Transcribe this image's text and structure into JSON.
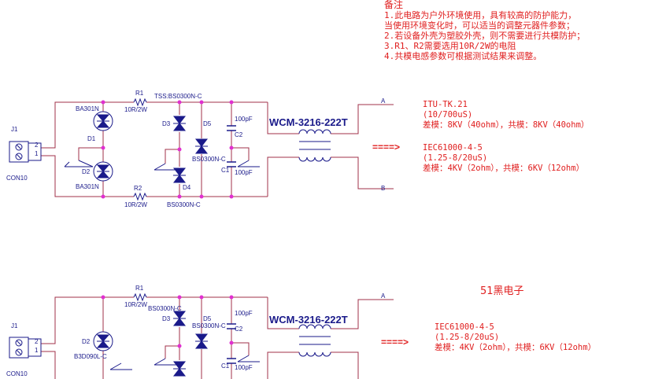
{
  "notes": {
    "title": "备注",
    "lines": [
      "1.此电路为户外环境使用，具有较高的防护能力，",
      "当使用环境变化时，可以适当的调整元器件参数；",
      "2.若设备外壳为塑胶外壳，则不需要进行共模防护；",
      "3.R1、R2需要选用10R/2W的电阻",
      "4.共模电感参数可根据测试结果来调整。"
    ]
  },
  "circuit1": {
    "j1": "J1",
    "con": "CON10",
    "pin2": "2",
    "pin1": "1",
    "d1_top": "BA301N",
    "d1": "D1",
    "d2": "D2",
    "d2_bot": "BA301N",
    "r1": "R1",
    "r1_val": "10R/2W",
    "r2": "R2",
    "r2_val": "10R/2W",
    "tss_top": "TSS:BS0300N-C",
    "d3": "D3",
    "d4": "D4",
    "d5": "D5",
    "d5_val": "BS0300N-C",
    "tss_bot": "BS0300N-C",
    "c1": "C1",
    "c1_val": "100pF",
    "c2": "C2",
    "c2_val": "100pF",
    "choke": "WCM-3216-222T",
    "out_a": "A",
    "out_b": "B",
    "arrow": "====>",
    "std1": "ITU-TK.21",
    "std1_wave": "(10/700uS)",
    "std1_level": "差模：8KV（40ohm），共模：8KV（40ohm）",
    "std2": "IEC61000-4-5",
    "std2_wave": "(1.25-8/20uS)",
    "std2_level": "差模：4KV（2ohm），共模：6KV（12ohm）"
  },
  "circuit2": {
    "j1": "J1",
    "con": "CON10",
    "pin2": "2",
    "pin1": "1",
    "r1": "R1",
    "r1_val": "10R/2W",
    "d2": "D2",
    "d2_val": "B3D090L-C",
    "d3_val": "BS0300N-C",
    "d3": "D3",
    "d5": "D5",
    "d5_val": "BS0300N-C",
    "c1": "C1",
    "c1_val": "100pF",
    "c2": "C2",
    "c2_val": "100pF",
    "choke": "WCM-3216-222T",
    "out_a": "A",
    "arrow": "====>",
    "std": "IEC61000-4-5",
    "std_wave": "(1.25-8/20uS)",
    "std_level": "差模：4KV（2ohm），共模：6KV（12ohm）"
  },
  "brand": "51黑电子",
  "colors": {
    "wire": "#a0304a",
    "part": "#1a1a8a",
    "node": "#e030d0",
    "note": "#e02020"
  }
}
